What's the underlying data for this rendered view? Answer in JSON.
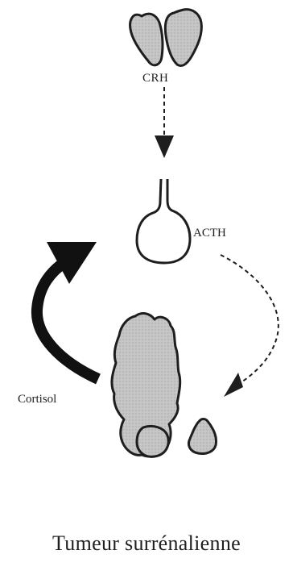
{
  "labels": {
    "crh": "CRH",
    "acth": "ACTH",
    "cortisol": "Cortisol",
    "caption": "Tumeur surrénalienne"
  },
  "colors": {
    "organ_fill": "#c8c8c8",
    "tumor_fill": "#bdbdbd",
    "stroke": "#1e1e1e",
    "background": "#ffffff"
  }
}
